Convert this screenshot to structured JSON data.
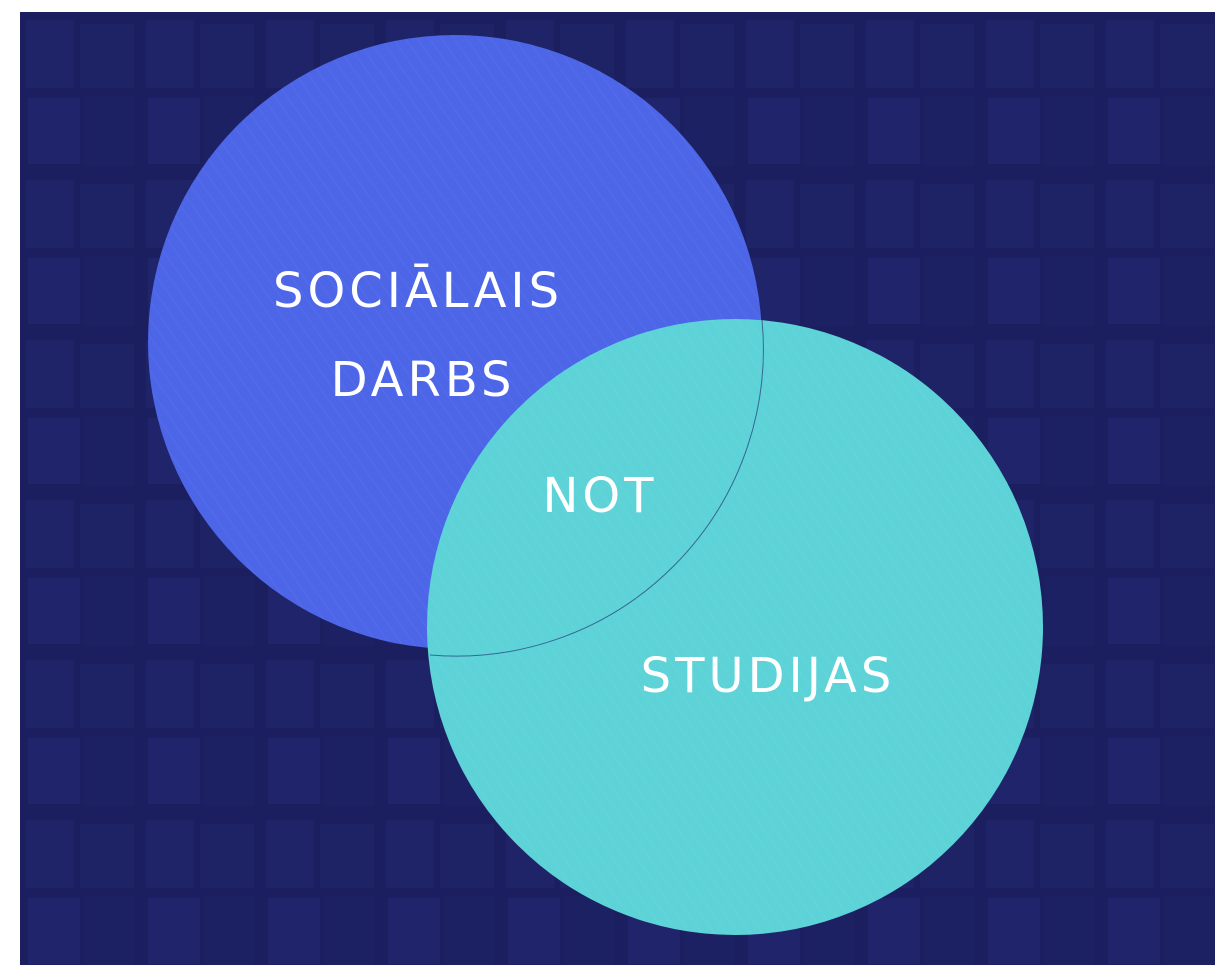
{
  "diagram": {
    "left_label_line1": "SOCIĀLAIS",
    "left_label_line2": "DARBS",
    "overlap_label": "NOT",
    "right_label": "STUDIJAS"
  },
  "colors": {
    "background": "#1b1f60",
    "left_circle": "#4d66e8",
    "right_circle": "#5dd3d8",
    "overlap": "#58cbd9",
    "text": "#ffffff"
  }
}
